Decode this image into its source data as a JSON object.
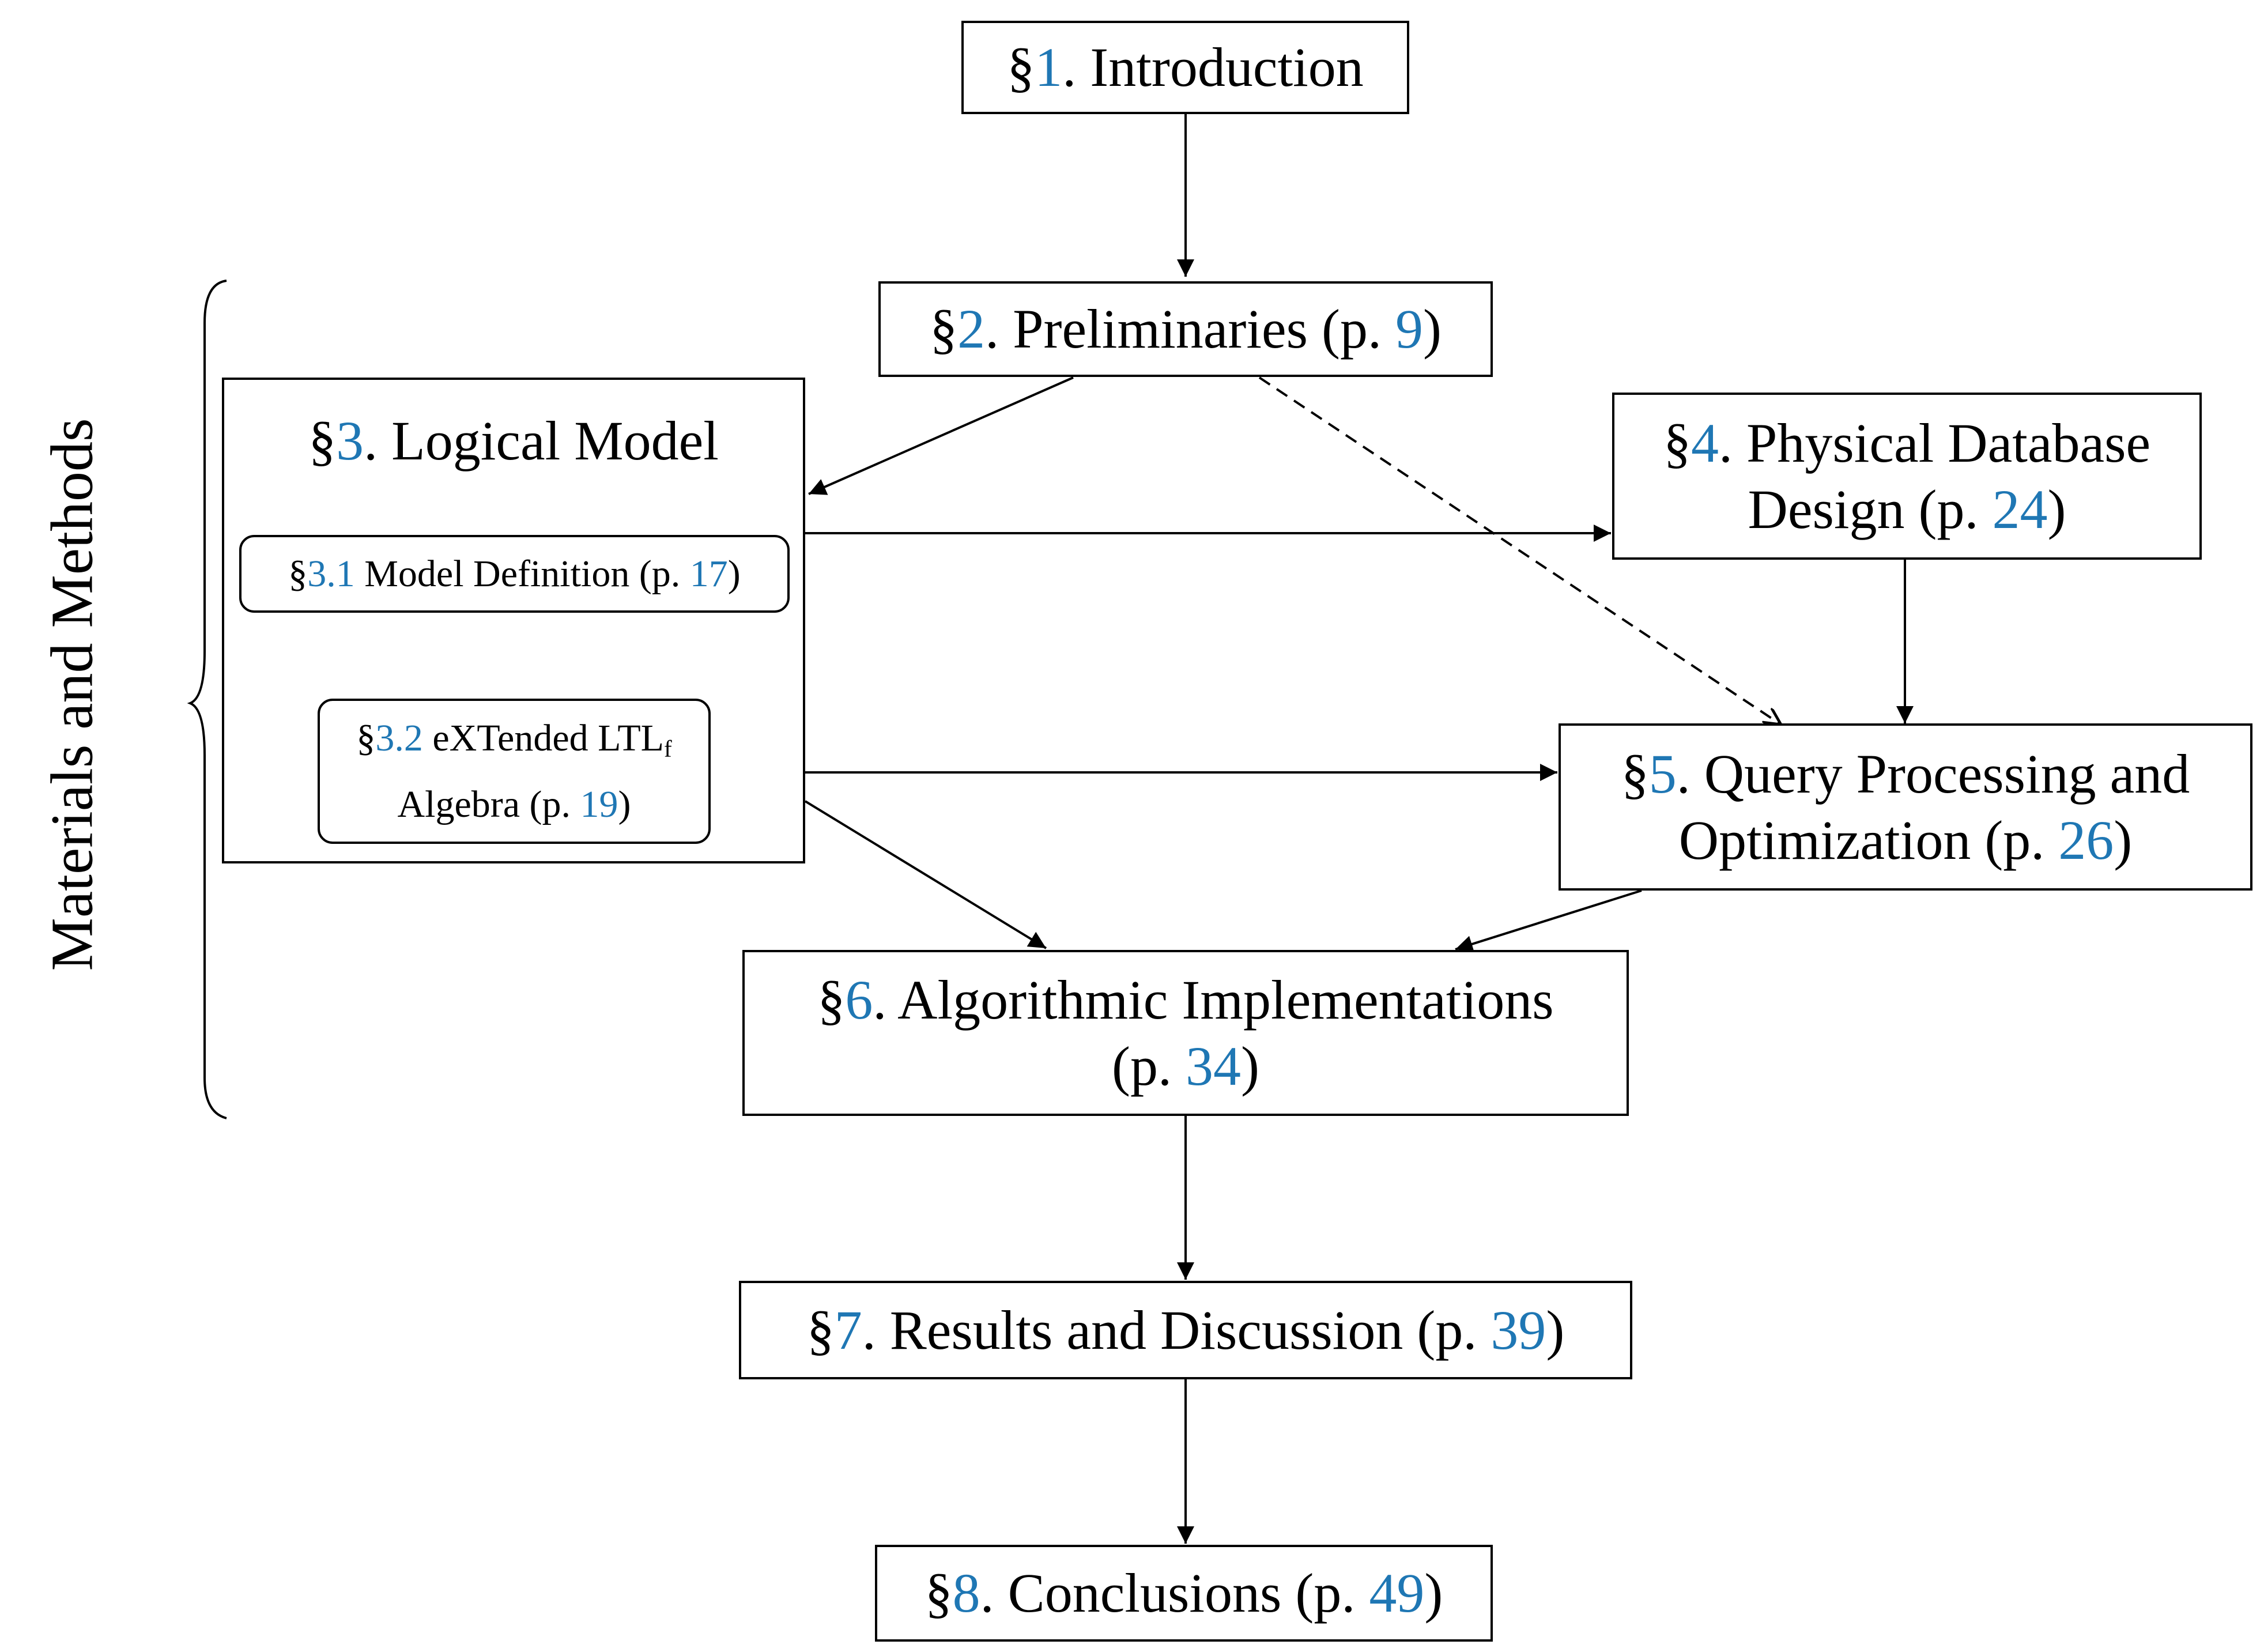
{
  "diagram": {
    "group_label": "Materials and Methods",
    "sections": {
      "s1": {
        "sym": "§",
        "num": "1",
        "title": ". Introduction"
      },
      "s2": {
        "sym": "§",
        "num": "2",
        "title": ". Preliminaries (p. ",
        "page": "9",
        "close": ")"
      },
      "s3": {
        "sym": "§",
        "num": "3",
        "title": ". Logical Model"
      },
      "s3_1": {
        "sym": "§",
        "num": "3.1",
        "title": " Model Definition (p. ",
        "page": "17",
        "close": ")"
      },
      "s3_2": {
        "sym": "§",
        "num": "3.2",
        "title": " eXTended LTL",
        "sub": "f",
        "title2": "Algebra (p. ",
        "page": "19",
        "close": ")"
      },
      "s4": {
        "sym": "§",
        "num": "4",
        "title": ". Physical Database",
        "title2": "Design (p. ",
        "page": "24",
        "close": ")"
      },
      "s5": {
        "sym": "§",
        "num": "5",
        "title": ". Query Processing and",
        "title2": "Optimization (p. ",
        "page": "26",
        "close": ")"
      },
      "s6": {
        "sym": "§",
        "num": "6",
        "title": ". Algorithmic Implementations",
        "title2": "(p. ",
        "page": "34",
        "close": ")"
      },
      "s7": {
        "sym": "§",
        "num": "7",
        "title": ". Results and Discussion (p. ",
        "page": "39",
        "close": ")"
      },
      "s8": {
        "sym": "§",
        "num": "8",
        "title": ". Conclusions (p. ",
        "page": "49",
        "close": ")"
      }
    },
    "colors": {
      "link": "#1f77b4",
      "line": "#000000"
    }
  }
}
